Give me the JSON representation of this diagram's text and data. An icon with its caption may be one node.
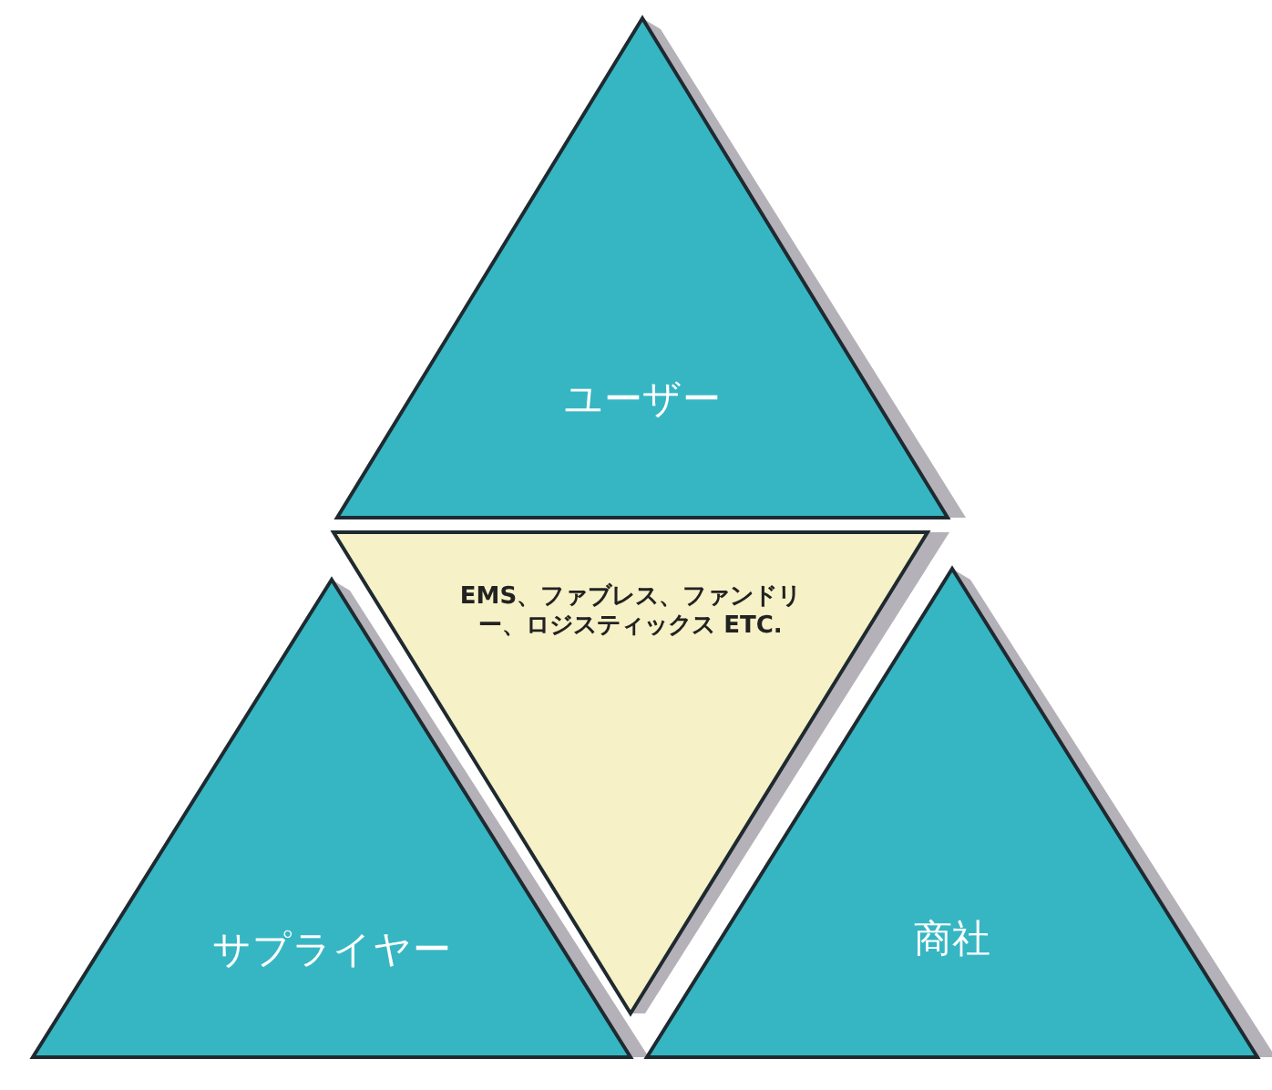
{
  "diagram": {
    "nodes": [
      {
        "text": [
          "ユーザー"
        ]
      },
      {
        "text": [
          "EMS、ファブレス、ファンドリー、ロジスティックス ETC."
        ]
      },
      {
        "text": [
          "サプライヤー"
        ]
      },
      {
        "text": [
          "商社"
        ]
      }
    ]
  }
}
